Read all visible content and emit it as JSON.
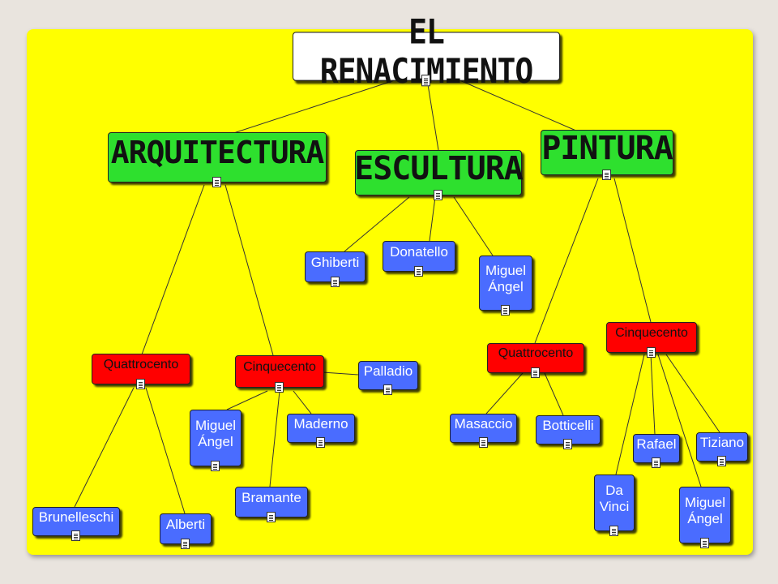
{
  "diagram": {
    "title": "EL RENACIMIENTO",
    "categories": {
      "arquitectura": "ARQUITECTURA",
      "escultura": "ESCULTURA",
      "pintura": "PINTURA"
    },
    "periods": {
      "arq_quattrocento": "Quattrocento",
      "arq_cinquecento": "Cinquecento",
      "pin_quattrocento": "Quattrocento",
      "pin_cinquecento": "Cinquecento"
    },
    "artists": {
      "brunelleschi": "Brunelleschi",
      "alberti": "Alberti",
      "arq_miguel_angel_1": "Miguel",
      "arq_miguel_angel_2": "Ángel",
      "bramante": "Bramante",
      "maderno": "Maderno",
      "palladio": "Palladio",
      "ghiberti": "Ghiberti",
      "donatello": "Donatello",
      "esc_miguel_angel_1": "Miguel",
      "esc_miguel_angel_2": "Ángel",
      "masaccio": "Masaccio",
      "botticelli": "Botticelli",
      "rafael": "Rafael",
      "tiziano": "Tiziano",
      "da_vinci_1": "Da",
      "da_vinci_2": "Vinci",
      "pin_miguel_angel_1": "Miguel",
      "pin_miguel_angel_2": "Ángel"
    },
    "colors": {
      "background": "#ffff00",
      "category": "#2ee02e",
      "period": "#ff0000",
      "artist": "#4a6cff",
      "title_box": "#ffffff"
    }
  }
}
